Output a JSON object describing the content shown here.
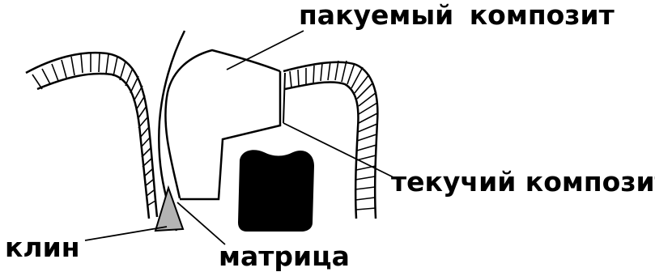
{
  "labels": {
    "packable_composite": "пакуемый композит",
    "flowable_composite": "текучий композит",
    "wedge": "клин",
    "matrix": "матрица"
  },
  "colors": {
    "outline": "#000000",
    "pulp": "#000000",
    "wedge_fill": "#b3b3b3",
    "background": "#ffffff"
  }
}
